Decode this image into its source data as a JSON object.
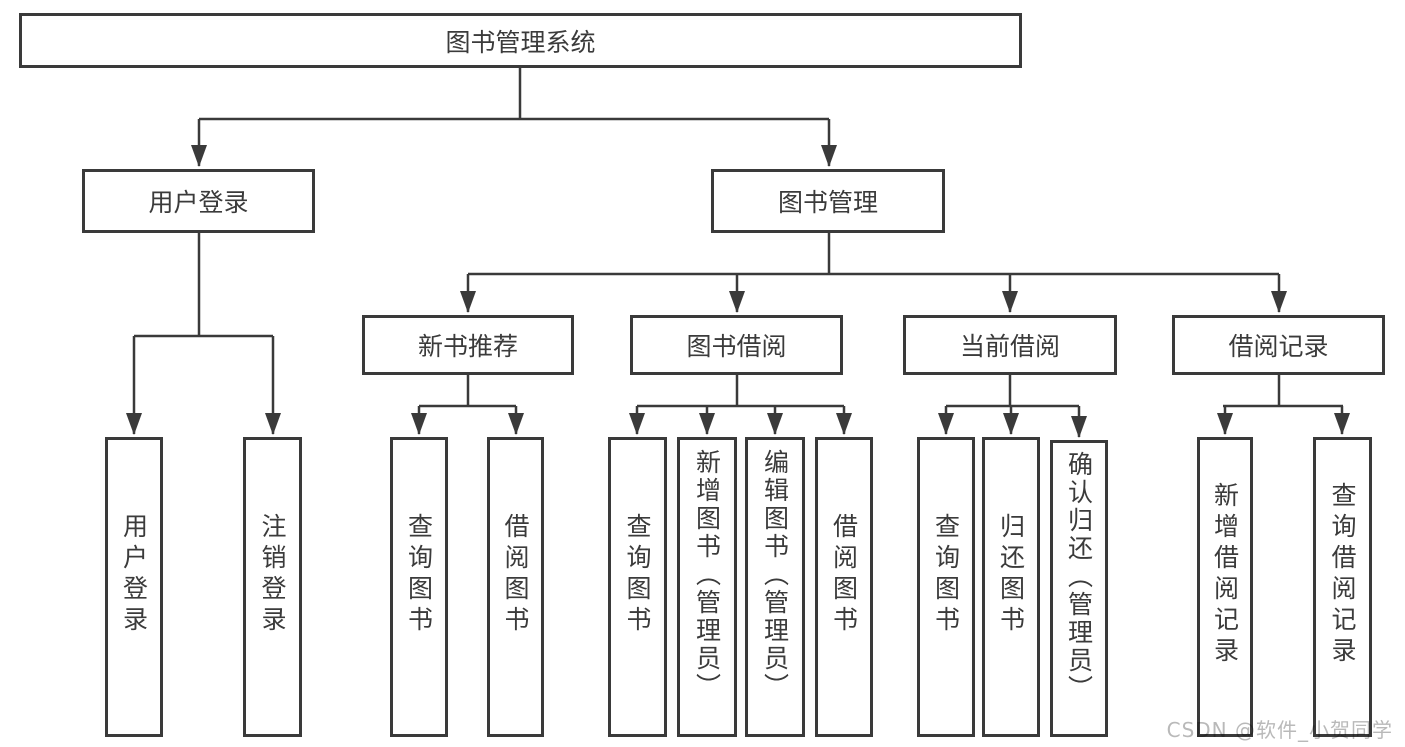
{
  "watermark": "CSDN @软件_小贺同学",
  "colors": {
    "line": "#3a3a3a",
    "box_border": "#3a3a3a",
    "text": "#3b3b3b",
    "background": "#ffffff",
    "watermark": "#b9b9b9"
  },
  "nodes": {
    "root": "图书管理系统",
    "user_login": "用户登录",
    "book_mgmt": "图书管理",
    "login": "用户登录",
    "logout": "注销登录",
    "new_book_rec": "新书推荐",
    "book_borrow": "图书借阅",
    "current_borrow": "当前借阅",
    "borrow_record": "借阅记录",
    "nb_query": "查询图书",
    "nb_borrow": "借阅图书",
    "bb_query": "查询图书",
    "bb_add": "新增图书（管理员）",
    "bb_edit": "编辑图书（管理员）",
    "bb_borrow": "借阅图书",
    "cb_query": "查询图书",
    "cb_return": "归还图书",
    "cb_confirm": "确认归还（管理员）",
    "br_add": "新增借阅记录",
    "br_query": "查询借阅记录"
  }
}
